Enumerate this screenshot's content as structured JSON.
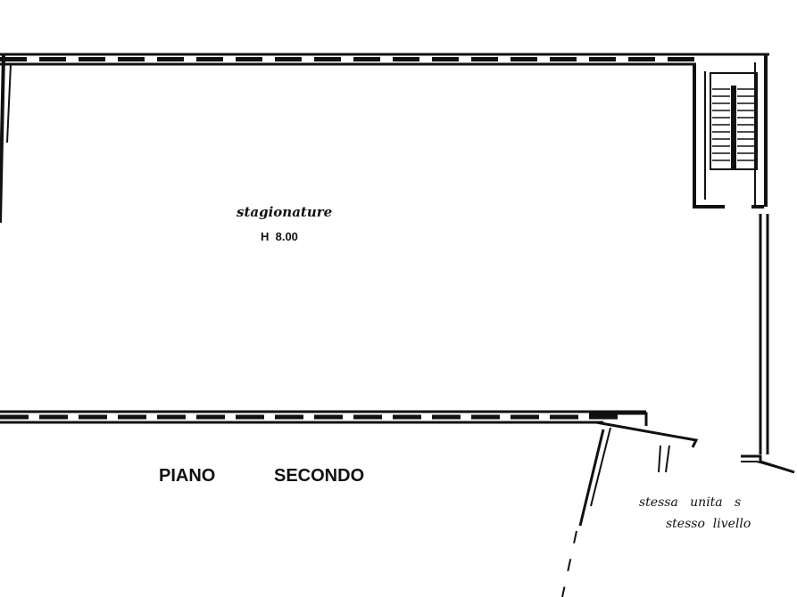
{
  "plan": {
    "room_name": "stagionature",
    "room_height": "H  8.00",
    "floor_label_1": "PIANO",
    "floor_label_2": "SECONDO",
    "note_line_1": "stessa   unita   s",
    "note_line_2": "stesso  livello"
  },
  "colors": {
    "ink": "#111111",
    "paper": "#ffffff"
  }
}
